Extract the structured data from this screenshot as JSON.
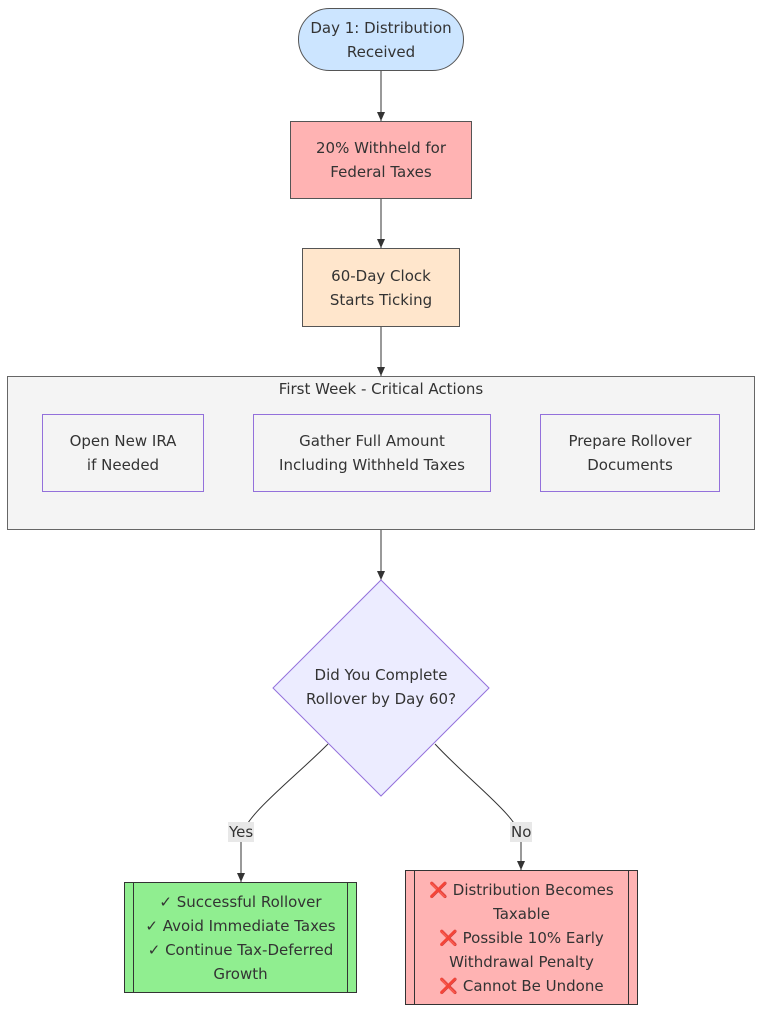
{
  "nodes": {
    "day1": [
      "Day 1: Distribution",
      "Received"
    ],
    "withheld": [
      "20% Withheld for",
      "Federal Taxes"
    ],
    "clock": [
      "60-Day Clock",
      "Starts Ticking"
    ],
    "group_title": "First Week - Critical Actions",
    "open_ira": [
      "Open New IRA",
      "if Needed"
    ],
    "gather": [
      "Gather Full Amount",
      "Including Withheld Taxes"
    ],
    "prepare": [
      "Prepare Rollover",
      "Documents"
    ],
    "decision": [
      "Did You Complete",
      "Rollover by Day 60?"
    ],
    "success": [
      "✓ Successful Rollover",
      "✓ Avoid Immediate Taxes",
      "✓ Continue Tax-Deferred",
      "Growth"
    ],
    "failure": [
      "❌ Distribution Becomes",
      "Taxable",
      "❌ Possible 10% Early",
      "Withdrawal Penalty",
      "❌ Cannot Be Undone"
    ]
  },
  "edges": {
    "yes_label": "Yes",
    "no_label": "No"
  },
  "colors": {
    "stadium": "#cce5ff",
    "red": "#ffb3b3",
    "orange": "#ffe6cc",
    "group": "#f4f4f4",
    "inner_border": "#9370db",
    "decision": "#ececff",
    "green": "#90ee90"
  }
}
